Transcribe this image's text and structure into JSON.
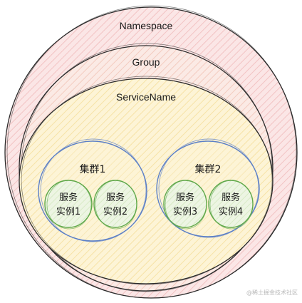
{
  "diagram": {
    "namespace_label": "Namespace",
    "group_label": "Group",
    "service_label": "ServiceName",
    "clusters": [
      {
        "label": "集群1",
        "instances": [
          {
            "line1": "服务",
            "line2": "实例1"
          },
          {
            "line1": "服务",
            "line2": "实例2"
          }
        ]
      },
      {
        "label": "集群2",
        "instances": [
          {
            "line1": "服务",
            "line2": "实例3"
          },
          {
            "line1": "服务",
            "line2": "实例4"
          }
        ]
      }
    ],
    "watermark": "@稀土掘金技术社区",
    "colors": {
      "namespace_fill": "#fbe6e6",
      "group_fill": "#fbe9e4",
      "service_fill": "#fdf3d2",
      "cluster_stroke": "#5b7fc7",
      "instance_stroke": "#5fa84a",
      "instance_fill": "#e9f3dc",
      "outline": "#2b2b2b"
    }
  }
}
